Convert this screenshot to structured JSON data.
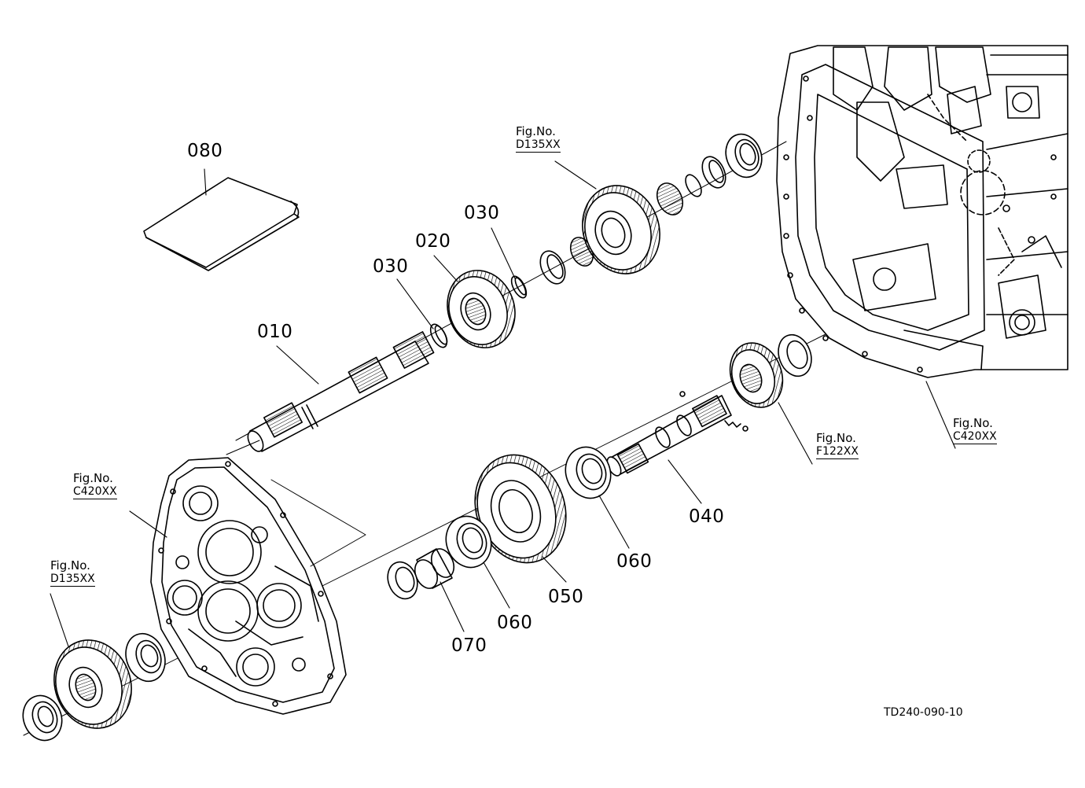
{
  "diagram_code": "TD240-090-10",
  "fig_label": "Fig.No.",
  "parts": [
    {
      "id": "p010",
      "label": "010"
    },
    {
      "id": "p020",
      "label": "020"
    },
    {
      "id": "p030a",
      "label": "030"
    },
    {
      "id": "p030b",
      "label": "030"
    },
    {
      "id": "p040",
      "label": "040"
    },
    {
      "id": "p050",
      "label": "050"
    },
    {
      "id": "p060a",
      "label": "060"
    },
    {
      "id": "p060b",
      "label": "060"
    },
    {
      "id": "p070",
      "label": "070"
    },
    {
      "id": "p080",
      "label": "080"
    }
  ],
  "figure_refs": [
    {
      "id": "ref_d135_top",
      "ref": "D135XX"
    },
    {
      "id": "ref_c420_right",
      "ref": "C420XX"
    },
    {
      "id": "ref_f122",
      "ref": "F122XX"
    },
    {
      "id": "ref_c420_left",
      "ref": "C420XX"
    },
    {
      "id": "ref_d135_left",
      "ref": "D135XX"
    }
  ]
}
